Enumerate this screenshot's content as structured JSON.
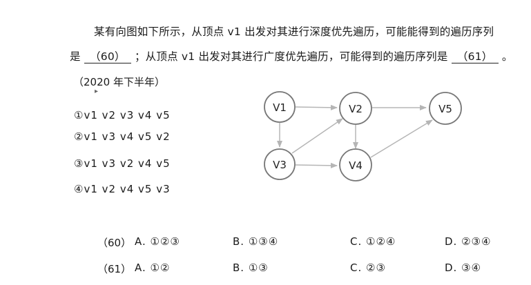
{
  "question": {
    "line1": "某有向图如下所示，从顶点 v1 出发对其进行深度优先遍历，可能能得到的遍历序列",
    "line2_prefix": "是",
    "blank1": "（60）",
    "line2_mid": "；从顶点 v1 出发对其进行广度优先遍历，可能得到的遍历序列是",
    "blank2": "（61）",
    "line2_suffix": "。",
    "year": "（2020 年下半年）"
  },
  "sequences": [
    "①v1 v2 v3 v4 v5",
    "②v1 v3 v4 v5 v2",
    "③v1 v3 v2 v4 v5",
    "④v1 v2 v4 v5 v3"
  ],
  "graph": {
    "nodes": [
      "V1",
      "V2",
      "V5",
      "V3",
      "V4"
    ],
    "edges": [
      [
        "V1",
        "V2"
      ],
      [
        "V1",
        "V3"
      ],
      [
        "V2",
        "V5"
      ],
      [
        "V2",
        "V4"
      ],
      [
        "V3",
        "V2"
      ],
      [
        "V3",
        "V4"
      ],
      [
        "V4",
        "V5"
      ]
    ]
  },
  "answers": [
    {
      "label": "（60）",
      "options": [
        "A. ①②③",
        "B. ①③④",
        "C. ①②④",
        "D. ②③④"
      ]
    },
    {
      "label": "（61）",
      "options": [
        "A. ①②",
        "B. ①③",
        "C. ②③",
        "D. ③④"
      ]
    }
  ],
  "colors": {
    "text": "#1a1a1a",
    "node_stroke": "#777777",
    "edge": "#b5b5b5"
  }
}
